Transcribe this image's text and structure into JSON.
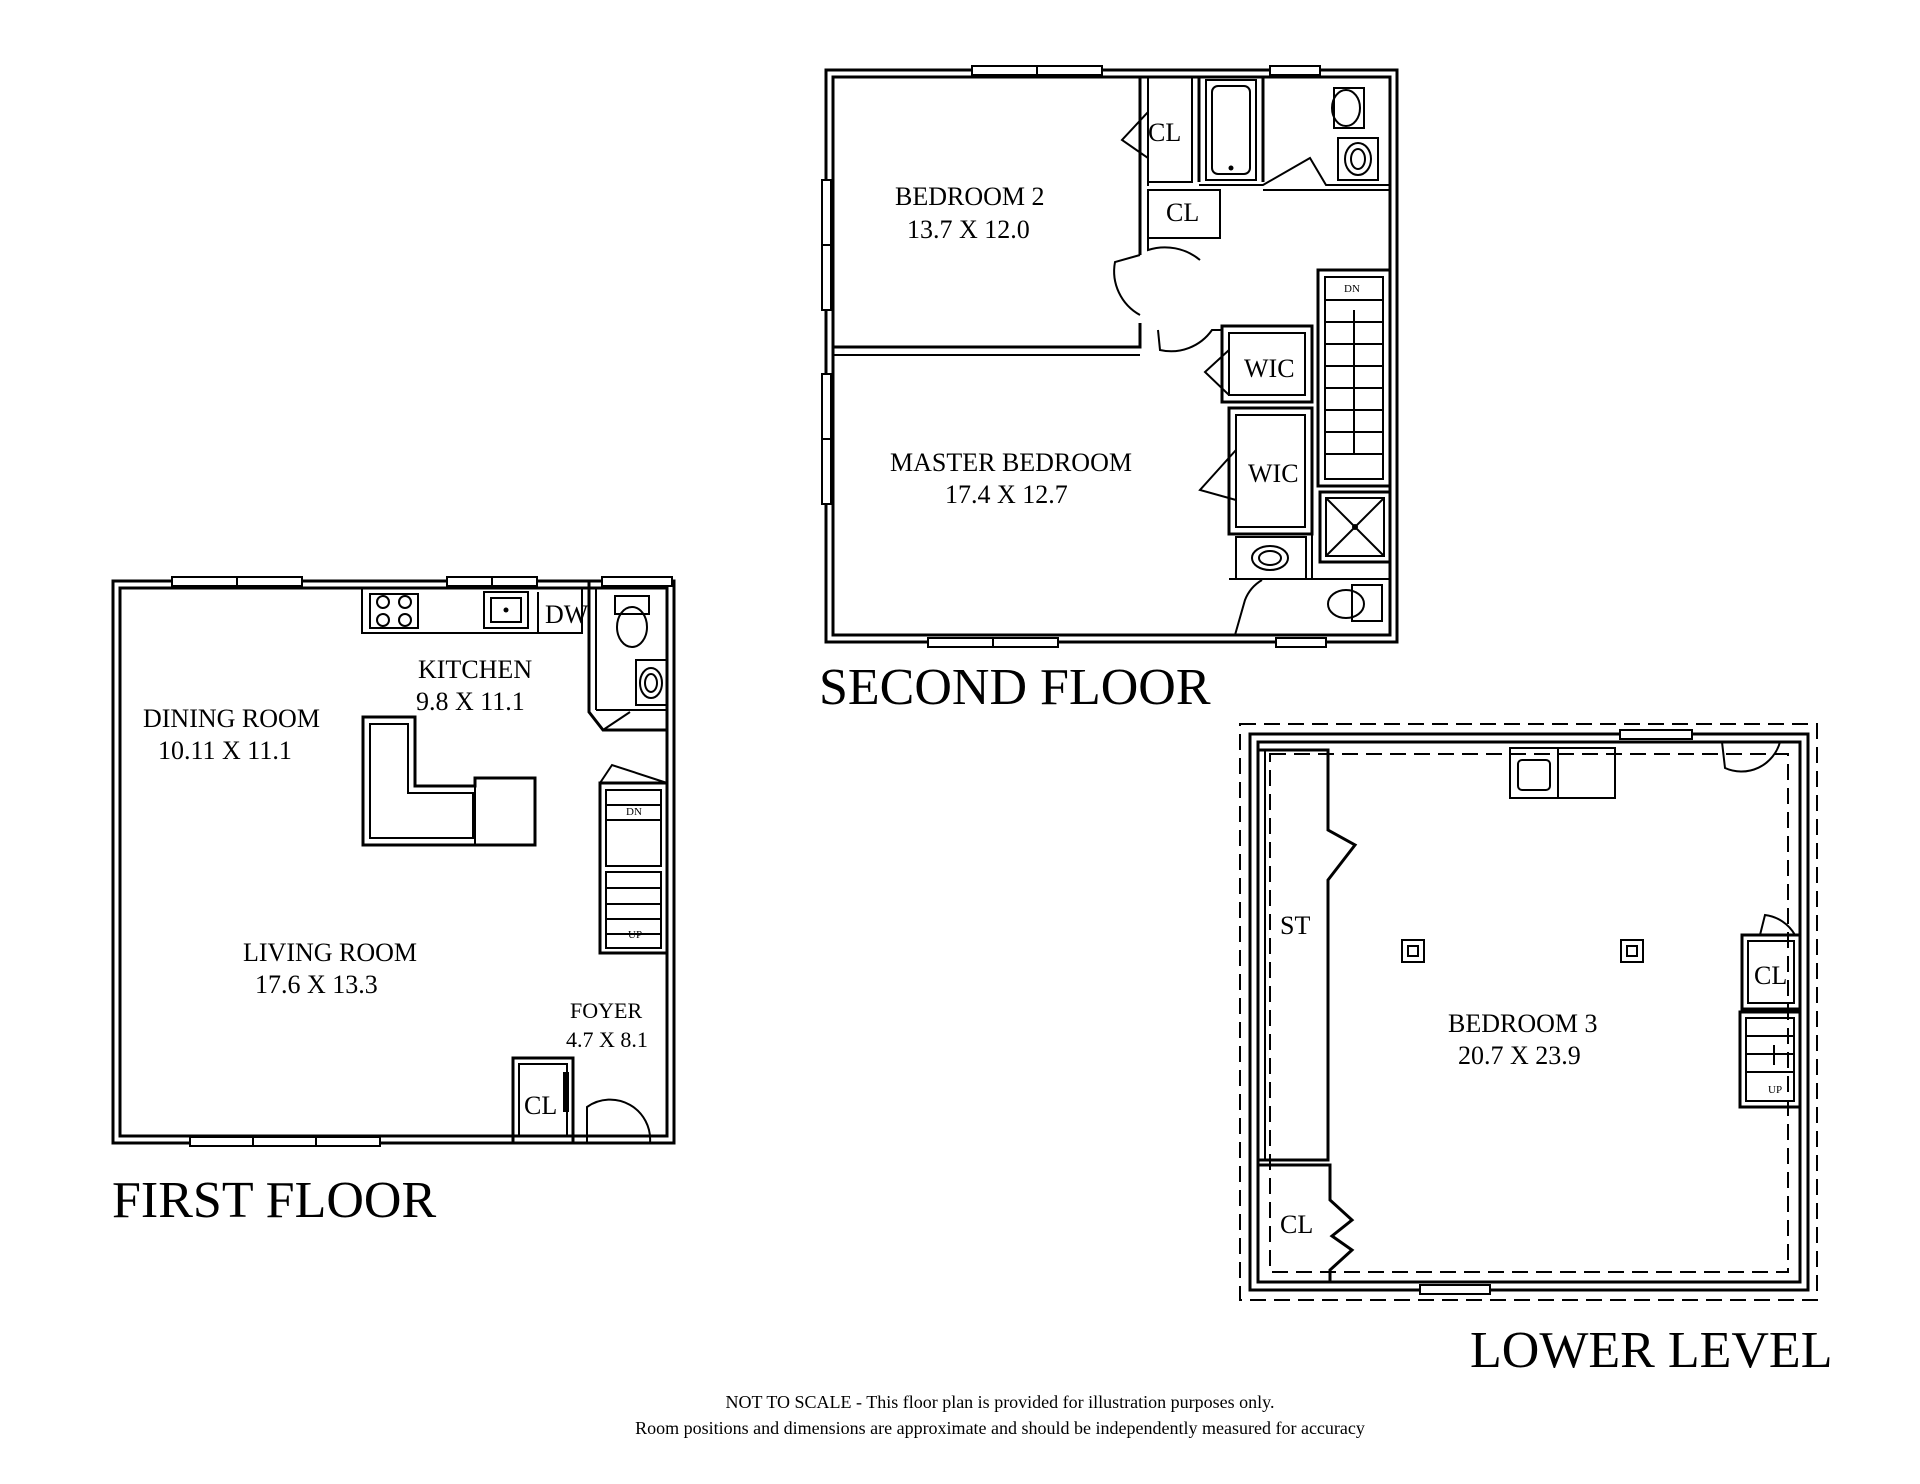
{
  "floors": {
    "first": {
      "title": "FIRST FLOOR",
      "rooms": {
        "dining": {
          "name": "DINING ROOM",
          "dims": "10.11 X 11.1"
        },
        "kitchen": {
          "name": "KITCHEN",
          "dims": "9.8 X 11.1"
        },
        "living": {
          "name": "LIVING ROOM",
          "dims": "17.6 X 13.3"
        },
        "foyer": {
          "name": "FOYER",
          "dims": "4.7 X 8.1"
        }
      },
      "labels": {
        "dw": "DW",
        "closet": "CL",
        "stair_dn": "DN",
        "stair_up": "UP"
      }
    },
    "second": {
      "title": "SECOND FLOOR",
      "rooms": {
        "bedroom2": {
          "name": "BEDROOM 2",
          "dims": "13.7 X 12.0"
        },
        "master": {
          "name": "MASTER BEDROOM",
          "dims": "17.4 X 12.7"
        }
      },
      "labels": {
        "closet_a": "CL",
        "closet_b": "CL",
        "wic_a": "WIC",
        "wic_b": "WIC",
        "stair_dn": "DN"
      }
    },
    "lower": {
      "title": "LOWER LEVEL",
      "rooms": {
        "bedroom3": {
          "name": "BEDROOM 3",
          "dims": "20.7 X 23.9"
        }
      },
      "labels": {
        "storage": "ST",
        "closet_a": "CL",
        "closet_b": "CL",
        "stair_up": "UP"
      }
    }
  },
  "disclaimer": {
    "line1": "NOT TO SCALE - This floor plan is provided for illustration purposes only.",
    "line2": "Room positions and dimensions are approximate and should be independently measured for accuracy"
  }
}
